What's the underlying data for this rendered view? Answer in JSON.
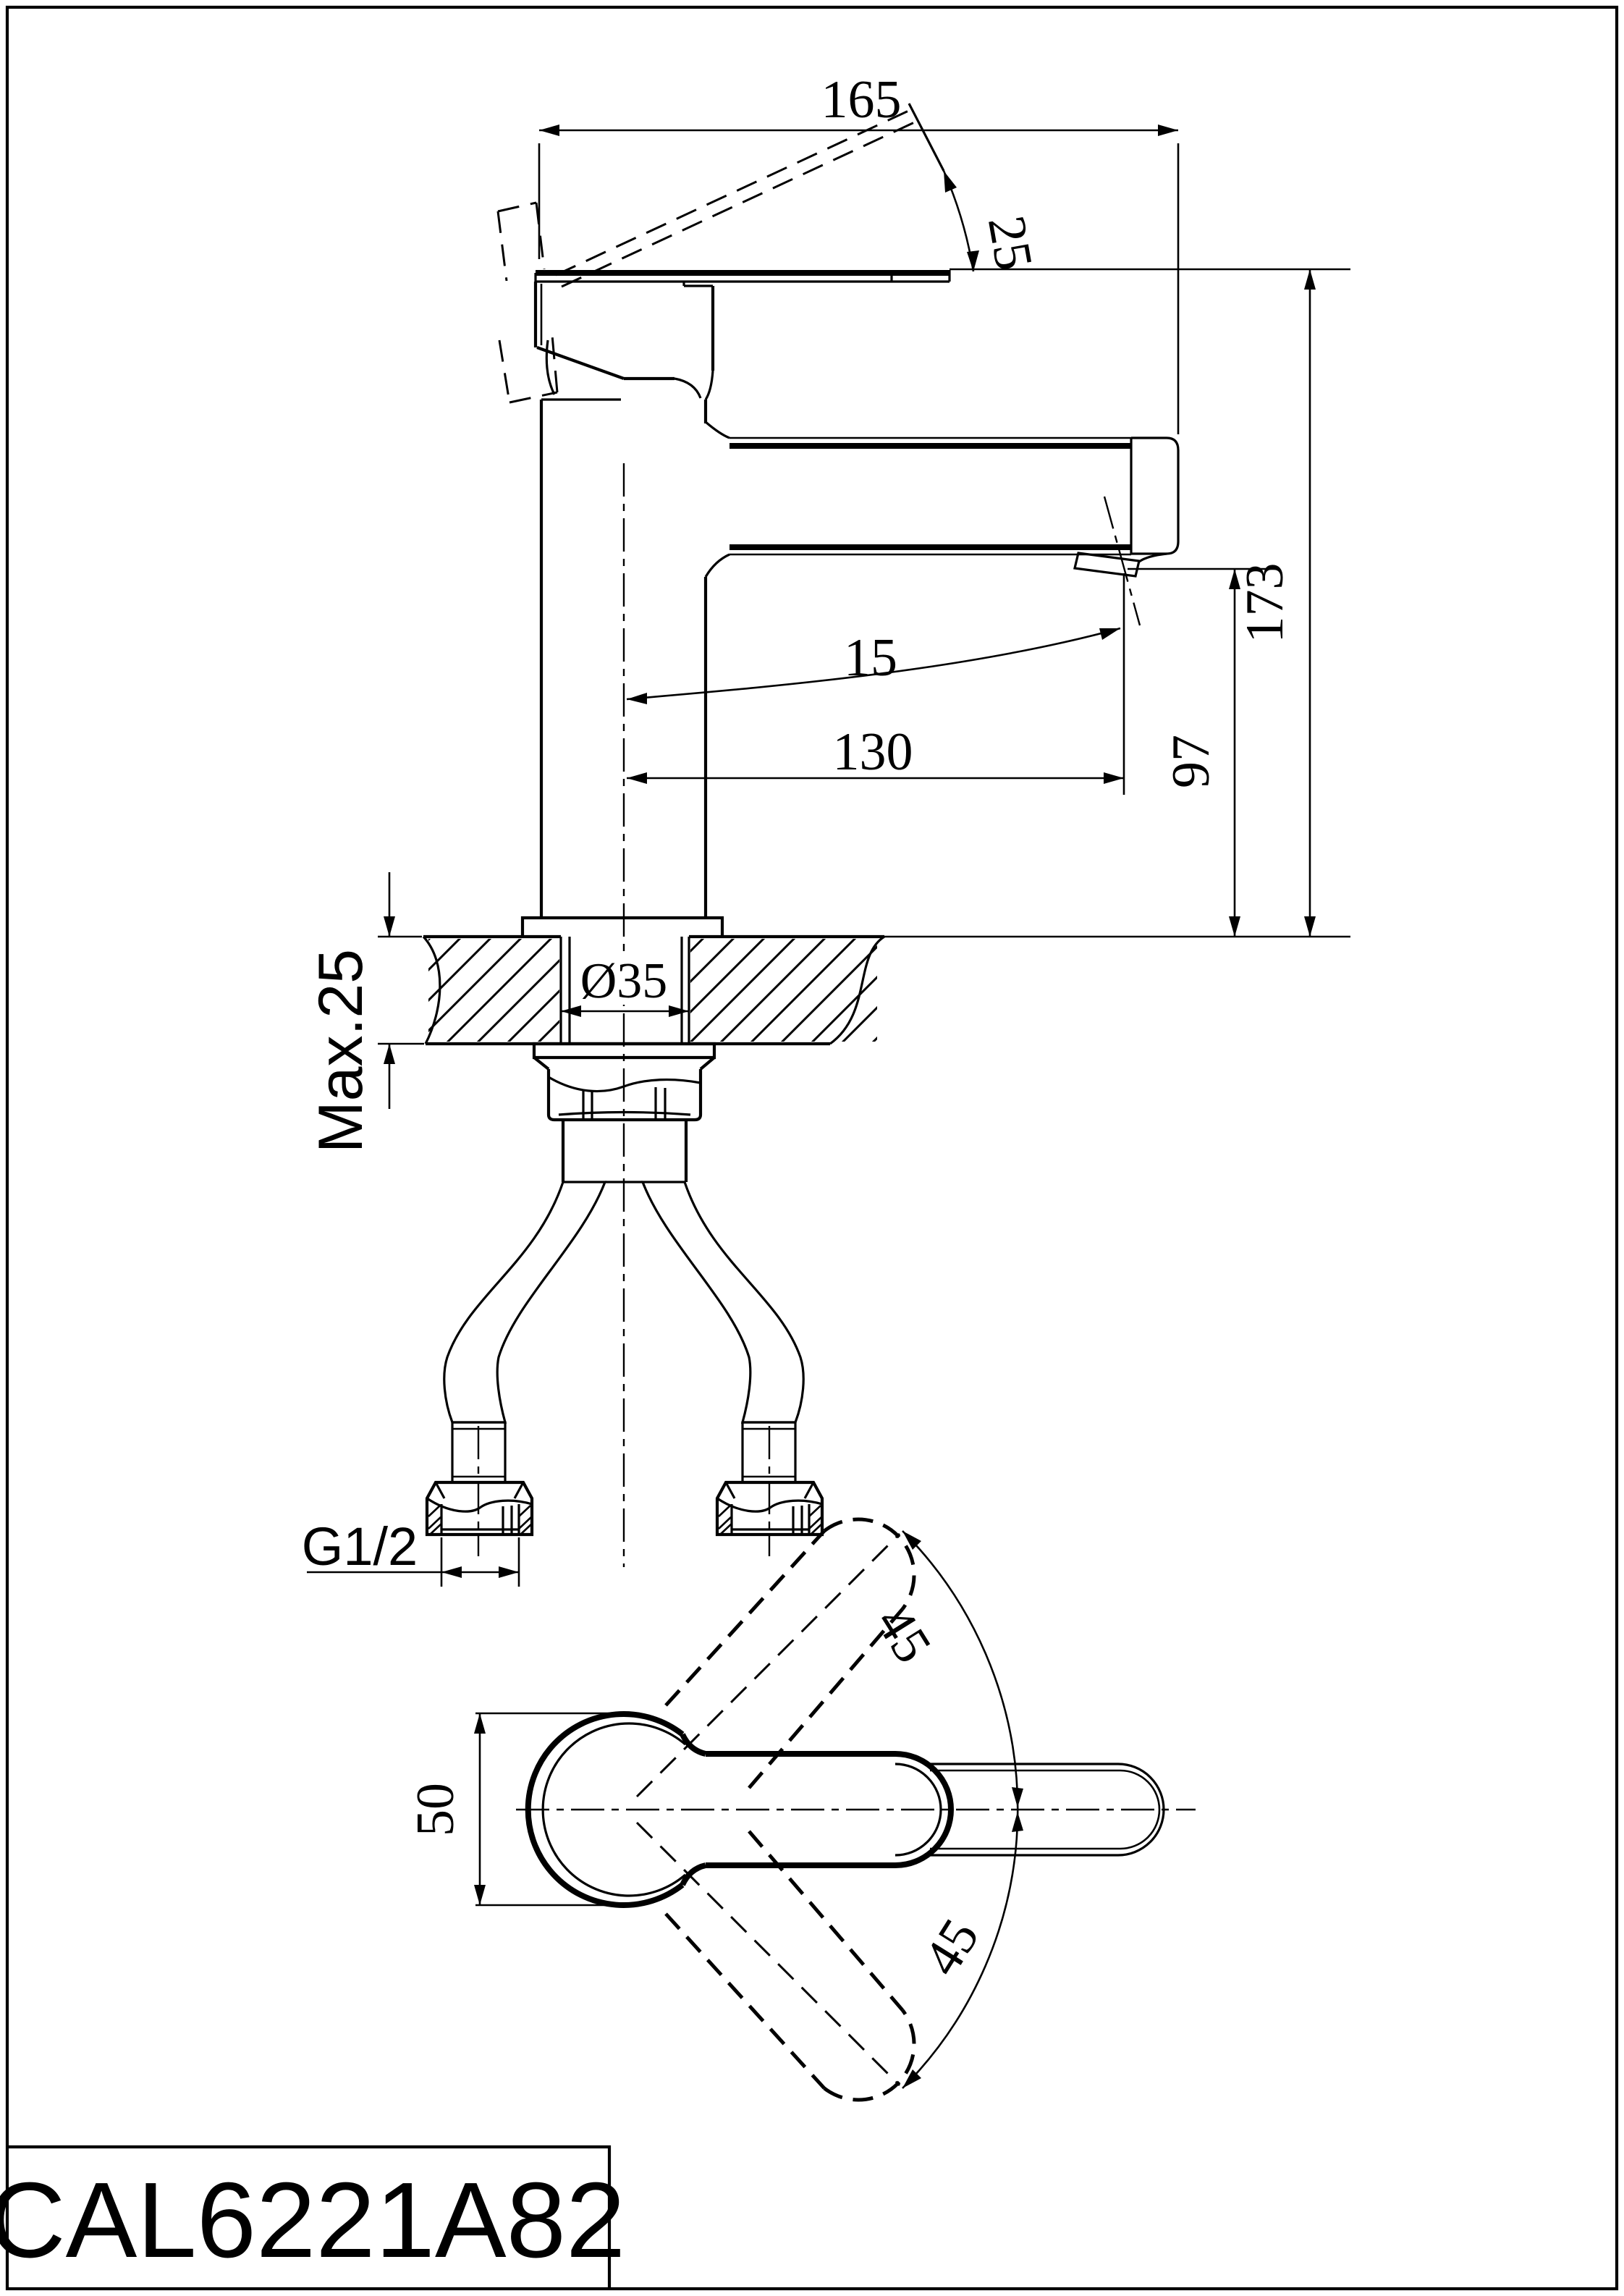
{
  "drawing": {
    "part_number": "CAL6221A82",
    "type": "basin mixer tap technical drawing",
    "views": [
      "side elevation with installation section",
      "top plan of handle swing"
    ]
  },
  "colors": {
    "ink": "#000000",
    "paper": "#ffffff"
  },
  "dimensions": {
    "total_reach": "165",
    "handle_lift_angle": "25",
    "outlet_axis_tilt": "15",
    "spout_reach": "130",
    "outlet_height": "97",
    "overall_height": "173",
    "max_deck_thickness": "Max.25",
    "mounting_hole_diameter": "Ø35",
    "supply_thread": "G1/2",
    "handle_width": "50",
    "handle_swing_up": "45",
    "handle_swing_down": "45"
  }
}
